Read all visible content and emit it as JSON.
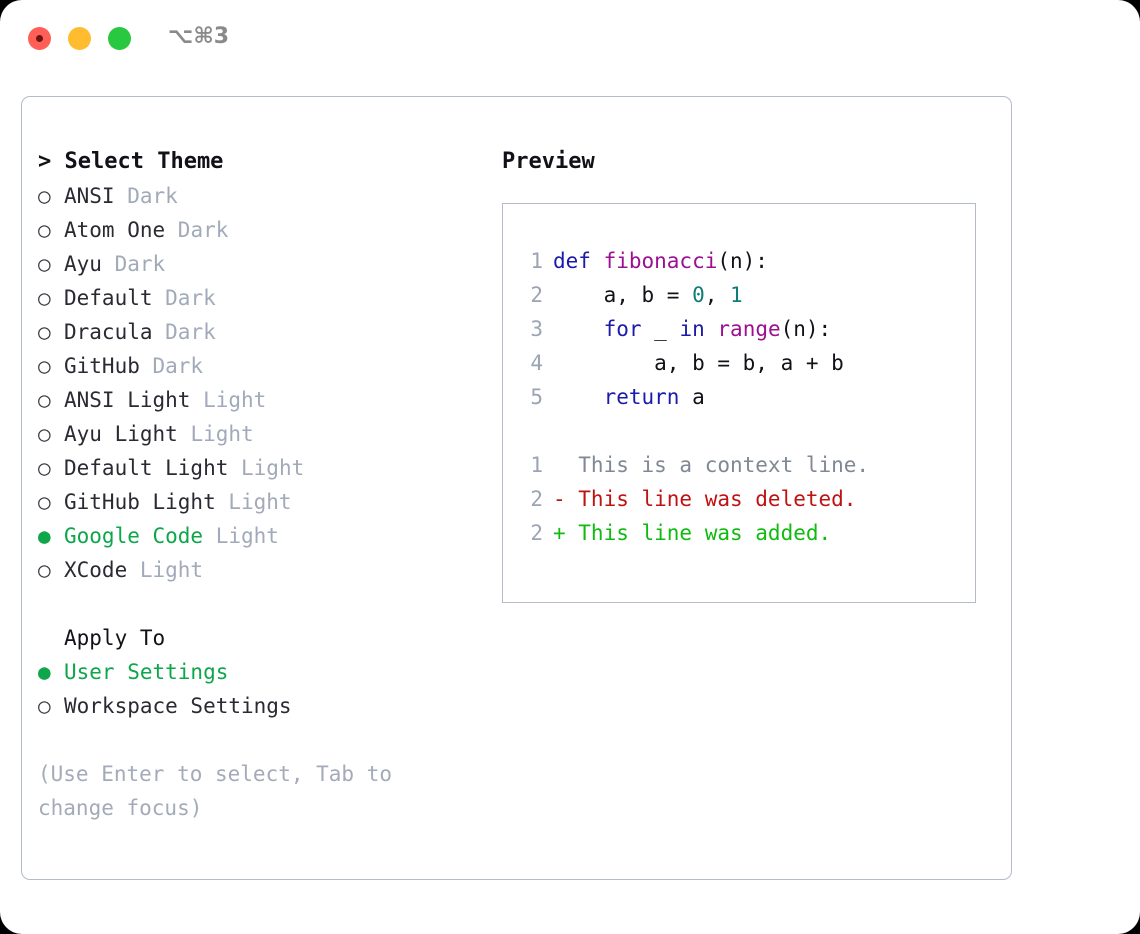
{
  "titlebar": {
    "shortcut": "⌥⌘3",
    "buttons": [
      {
        "name": "close",
        "color": "#ff5f57"
      },
      {
        "name": "minimize",
        "color": "#febc2e"
      },
      {
        "name": "maximize",
        "color": "#28c840"
      }
    ]
  },
  "theme_panel": {
    "title": "> Select Theme",
    "marker_off": "○",
    "marker_on": "●",
    "items": [
      {
        "name": "ANSI",
        "category": "Dark",
        "selected": false
      },
      {
        "name": "Atom One",
        "category": "Dark",
        "selected": false
      },
      {
        "name": "Ayu",
        "category": "Dark",
        "selected": false
      },
      {
        "name": "Default",
        "category": "Dark",
        "selected": false
      },
      {
        "name": "Dracula",
        "category": "Dark",
        "selected": false
      },
      {
        "name": "GitHub",
        "category": "Dark",
        "selected": false
      },
      {
        "name": "ANSI Light",
        "category": "Light",
        "selected": false
      },
      {
        "name": "Ayu Light",
        "category": "Light",
        "selected": false
      },
      {
        "name": "Default Light",
        "category": "Light",
        "selected": false
      },
      {
        "name": "GitHub Light",
        "category": "Light",
        "selected": false
      },
      {
        "name": "Google Code",
        "category": "Light",
        "selected": true
      },
      {
        "name": "XCode",
        "category": "Light",
        "selected": false
      }
    ]
  },
  "apply_to": {
    "title": "Apply To",
    "items": [
      {
        "name": "User Settings",
        "selected": true
      },
      {
        "name": "Workspace Settings",
        "selected": false
      }
    ]
  },
  "hint": "(Use Enter to select, Tab to change focus)",
  "preview": {
    "title": "Preview",
    "code_lines": [
      {
        "n": "1",
        "tokens": [
          {
            "t": "def ",
            "k": "kw"
          },
          {
            "t": "fibonacci",
            "k": "fn"
          },
          {
            "t": "(n):",
            "k": "pl"
          }
        ]
      },
      {
        "n": "2",
        "tokens": [
          {
            "t": "    a, b = ",
            "k": "pl"
          },
          {
            "t": "0",
            "k": "num"
          },
          {
            "t": ", ",
            "k": "pl"
          },
          {
            "t": "1",
            "k": "num"
          }
        ]
      },
      {
        "n": "3",
        "tokens": [
          {
            "t": "    ",
            "k": "pl"
          },
          {
            "t": "for",
            "k": "kw"
          },
          {
            "t": " _ ",
            "k": "pl"
          },
          {
            "t": "in",
            "k": "kw"
          },
          {
            "t": " ",
            "k": "pl"
          },
          {
            "t": "range",
            "k": "fn"
          },
          {
            "t": "(n):",
            "k": "pl"
          }
        ]
      },
      {
        "n": "4",
        "tokens": [
          {
            "t": "        a, b = b, a + b",
            "k": "pl"
          }
        ]
      },
      {
        "n": "5",
        "tokens": [
          {
            "t": "    ",
            "k": "pl"
          },
          {
            "t": "return",
            "k": "kw"
          },
          {
            "t": " a",
            "k": "pl"
          }
        ]
      }
    ],
    "diff_lines": [
      {
        "n": "1",
        "prefix": "  ",
        "text": "This is a context line.",
        "kind": "ctx"
      },
      {
        "n": "2",
        "prefix": "- ",
        "text": "This line was deleted.",
        "kind": "del"
      },
      {
        "n": "2",
        "prefix": "+ ",
        "text": "This line was added.",
        "kind": "add"
      }
    ]
  },
  "colors": {
    "accent_green": "#0ea64a",
    "muted": "#a2aab9",
    "border": "#b4bbc9",
    "keyword": "#1a1aab",
    "function": "#9c0f93",
    "number": "#0e7c7b",
    "deleted": "#bf1212",
    "added": "#10bb10",
    "context": "#808893",
    "lineno": "#9ba3b4"
  }
}
